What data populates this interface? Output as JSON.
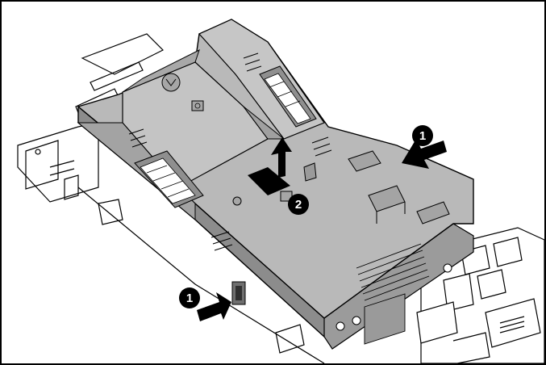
{
  "figure": {
    "steps": [
      {
        "number": "1",
        "action": "press-release-latches"
      },
      {
        "number": "2",
        "action": "lift-cover"
      },
      {
        "number": "1",
        "action": "press-release-latches"
      }
    ],
    "colors": {
      "cover_fill": "#b9b9b9",
      "cover_dark": "#8c8c8c",
      "cover_light": "#d2d2d2",
      "outline": "#000000",
      "arrow": "#000000",
      "callout_bg": "#000000",
      "callout_text": "#ffffff"
    }
  }
}
